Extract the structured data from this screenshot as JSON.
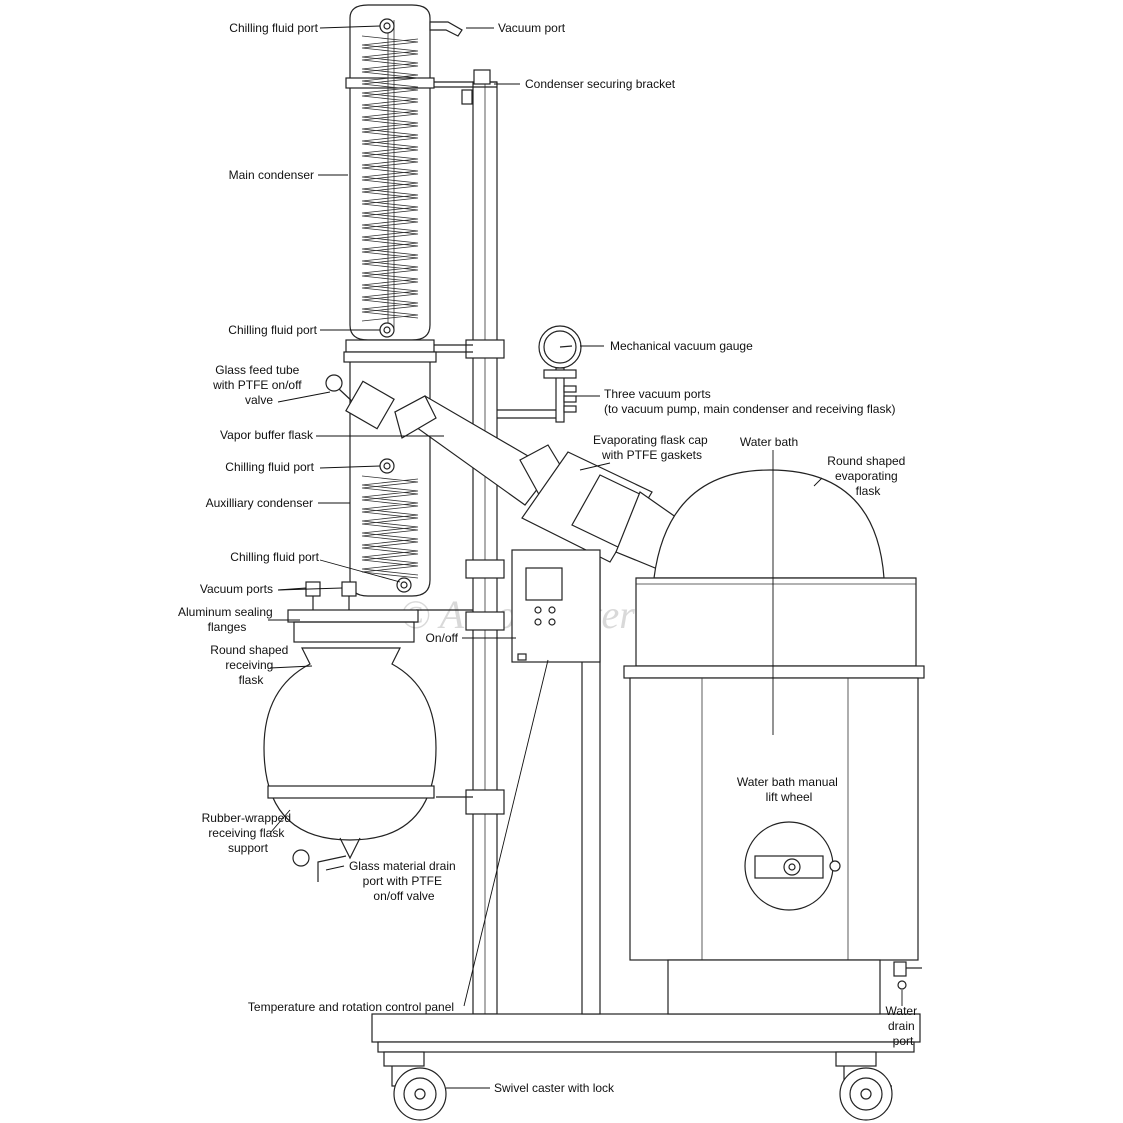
{
  "watermark": "© Across International",
  "labels": [
    {
      "id": "chilling-fluid-port-top",
      "lines": [
        "Chilling fluid port"
      ]
    },
    {
      "id": "vacuum-port",
      "lines": [
        "Vacuum port"
      ]
    },
    {
      "id": "condenser-securing-bracket",
      "lines": [
        "Condenser securing bracket"
      ]
    },
    {
      "id": "main-condenser",
      "lines": [
        "Main condenser"
      ]
    },
    {
      "id": "chilling-fluid-port-main-bottom",
      "lines": [
        "Chilling fluid port"
      ]
    },
    {
      "id": "mechanical-vacuum-gauge",
      "lines": [
        "Mechanical vacuum gauge"
      ]
    },
    {
      "id": "glass-feed-tube",
      "lines": [
        "Glass feed tube",
        "with PTFE on/off",
        "valve"
      ]
    },
    {
      "id": "three-vacuum-ports",
      "lines": [
        "Three vacuum ports",
        "(to vacuum pump, main condenser and receiving flask)"
      ]
    },
    {
      "id": "vapor-buffer-flask",
      "lines": [
        "Vapor buffer flask"
      ]
    },
    {
      "id": "evaporating-flask-cap",
      "lines": [
        "Evaporating flask cap",
        "with PTFE gaskets"
      ]
    },
    {
      "id": "water-bath",
      "lines": [
        "Water bath"
      ]
    },
    {
      "id": "round-shaped-evaporating-flask",
      "lines": [
        "Round shaped",
        "evaporating",
        "flask"
      ]
    },
    {
      "id": "chilling-fluid-port-aux-top",
      "lines": [
        "Chilling fluid port"
      ]
    },
    {
      "id": "auxiliary-condenser",
      "lines": [
        "Auxilliary condenser"
      ]
    },
    {
      "id": "chilling-fluid-port-aux-bottom",
      "lines": [
        "Chilling fluid port"
      ]
    },
    {
      "id": "vacuum-ports",
      "lines": [
        "Vacuum ports"
      ]
    },
    {
      "id": "aluminum-sealing-flanges",
      "lines": [
        "Aluminum sealing",
        "flanges"
      ]
    },
    {
      "id": "on-off",
      "lines": [
        "On/off"
      ]
    },
    {
      "id": "round-shaped-receiving-flask",
      "lines": [
        "Round shaped",
        "receiving",
        "flask"
      ]
    },
    {
      "id": "water-bath-manual-lift-wheel",
      "lines": [
        "Water bath manual",
        "lift wheel"
      ]
    },
    {
      "id": "rubber-wrapped-support",
      "lines": [
        "Rubber-wrapped",
        "receiving flask",
        "support"
      ]
    },
    {
      "id": "glass-material-drain-port",
      "lines": [
        "Glass material drain",
        "port with PTFE",
        "on/off valve"
      ]
    },
    {
      "id": "temperature-rotation-control-panel",
      "lines": [
        "Temperature and rotation control panel"
      ]
    },
    {
      "id": "water-drain-port",
      "lines": [
        "Water",
        "drain",
        "port"
      ]
    },
    {
      "id": "swivel-caster-with-lock",
      "lines": [
        "Swivel caster with lock"
      ]
    }
  ]
}
